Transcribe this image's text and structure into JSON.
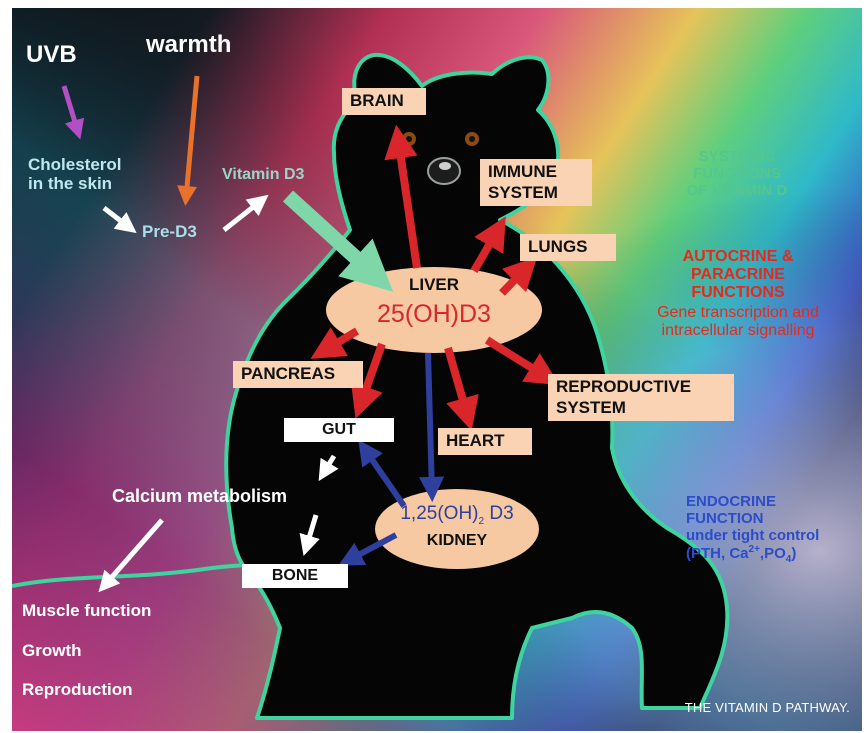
{
  "inputs": {
    "uvb": "UVB",
    "warmth": "warmth",
    "cholesterol_line1": "Cholesterol",
    "cholesterol_line2": "in the skin",
    "pre_d3": "Pre-D3",
    "vitamin_d3": "Vitamin D3"
  },
  "liver": {
    "name": "LIVER",
    "metabolite": "25(OH)D3"
  },
  "kidney": {
    "metabolite_prefix": "1,25(OH)",
    "metabolite_sub": "2",
    "metabolite_suffix": " D3",
    "name": "KIDNEY"
  },
  "targets": {
    "brain": "BRAIN",
    "immune_line1": "IMMUNE",
    "immune_line2": "SYSTEM",
    "lungs": "LUNGS",
    "pancreas": "PANCREAS",
    "reproductive_line1": "REPRODUCTIVE",
    "reproductive_line2": "SYSTEM",
    "heart": "HEART",
    "gut": "GUT",
    "bone": "BONE"
  },
  "calcium": {
    "label": "Calcium metabolism"
  },
  "outcomes": {
    "muscle": "Muscle function",
    "growth": "Growth",
    "reproduction": "Reproduction"
  },
  "systemic": {
    "line1": "SYSTEMIC",
    "line2": "FUNCTIONS",
    "line3": "OF VITAMIN D"
  },
  "autocrine": {
    "line1": "AUTOCRINE &",
    "line2": "PARACRINE",
    "line3": "FUNCTIONS",
    "line4": "Gene transcription and",
    "line5": "intracellular signalling"
  },
  "endocrine": {
    "line1": "ENDOCRINE",
    "line2": "FUNCTION",
    "line3": "under tight control",
    "pth_open": "(PTH, Ca",
    "ca_sup": "2+",
    "po_mid": ",PO",
    "po_sub": "4",
    "pth_close": ")"
  },
  "caption": "THE VITAMIN D PATHWAY.",
  "colors": {
    "red_arrow": "#d8262a",
    "blue_arrow": "#2e3f9e",
    "box_fill": "#f9d3b4",
    "oval_fill": "#f6c9a3",
    "outline": "#3fd3a0",
    "systemic_text": "#54c68e",
    "autocrine_text": "#e52a1c",
    "endocrine_text": "#2c4cc8",
    "pre_d3_text": "#a8dfe8"
  }
}
